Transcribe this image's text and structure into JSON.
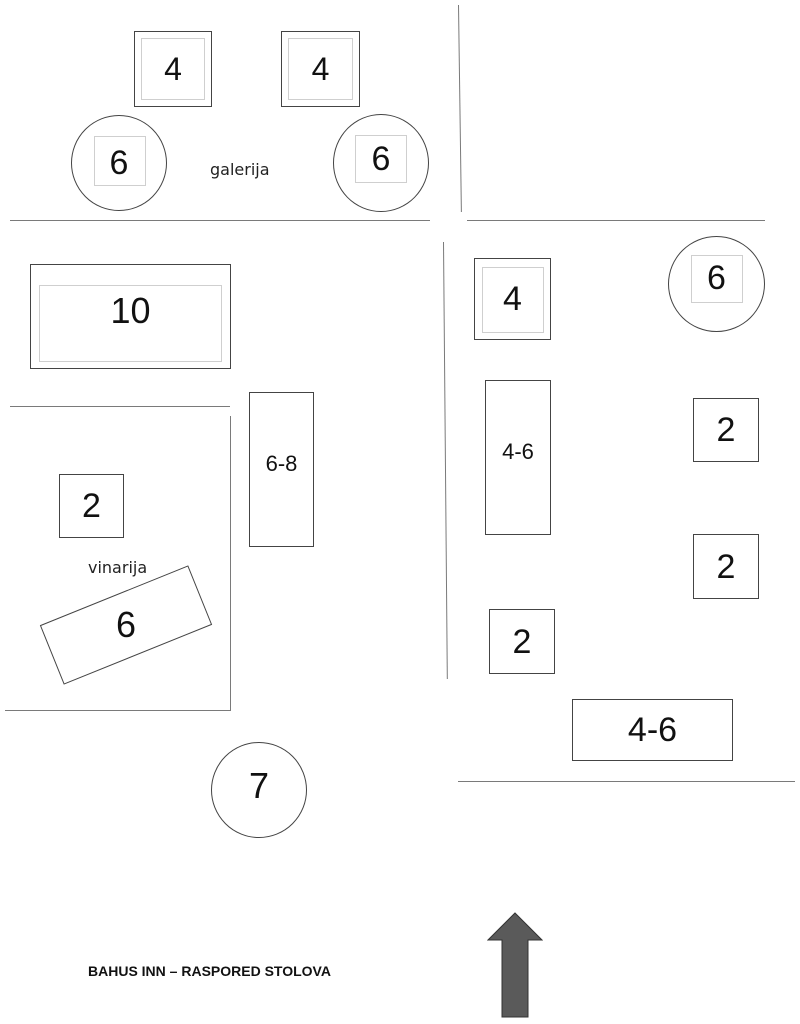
{
  "title": "BAHUS INN – RASPORED STOLOVA",
  "areas": {
    "galerija": "galerija",
    "vinarija": "vinarija"
  },
  "tables": {
    "t1": "4",
    "t2": "4",
    "t3": "6",
    "t4": "6",
    "t5": "10",
    "t6": "6-8",
    "t7": "2",
    "t8": "6",
    "t9": "7",
    "t10": "4",
    "t11": "6",
    "t12": "4-6",
    "t13": "2",
    "t14": "2",
    "t15": "2",
    "t16": "4-6"
  },
  "colors": {
    "line": "#7a7a7a",
    "table_border": "#444444",
    "arrow": "#5a5a5a"
  },
  "icons": {
    "entrance": "up-arrow-icon"
  }
}
